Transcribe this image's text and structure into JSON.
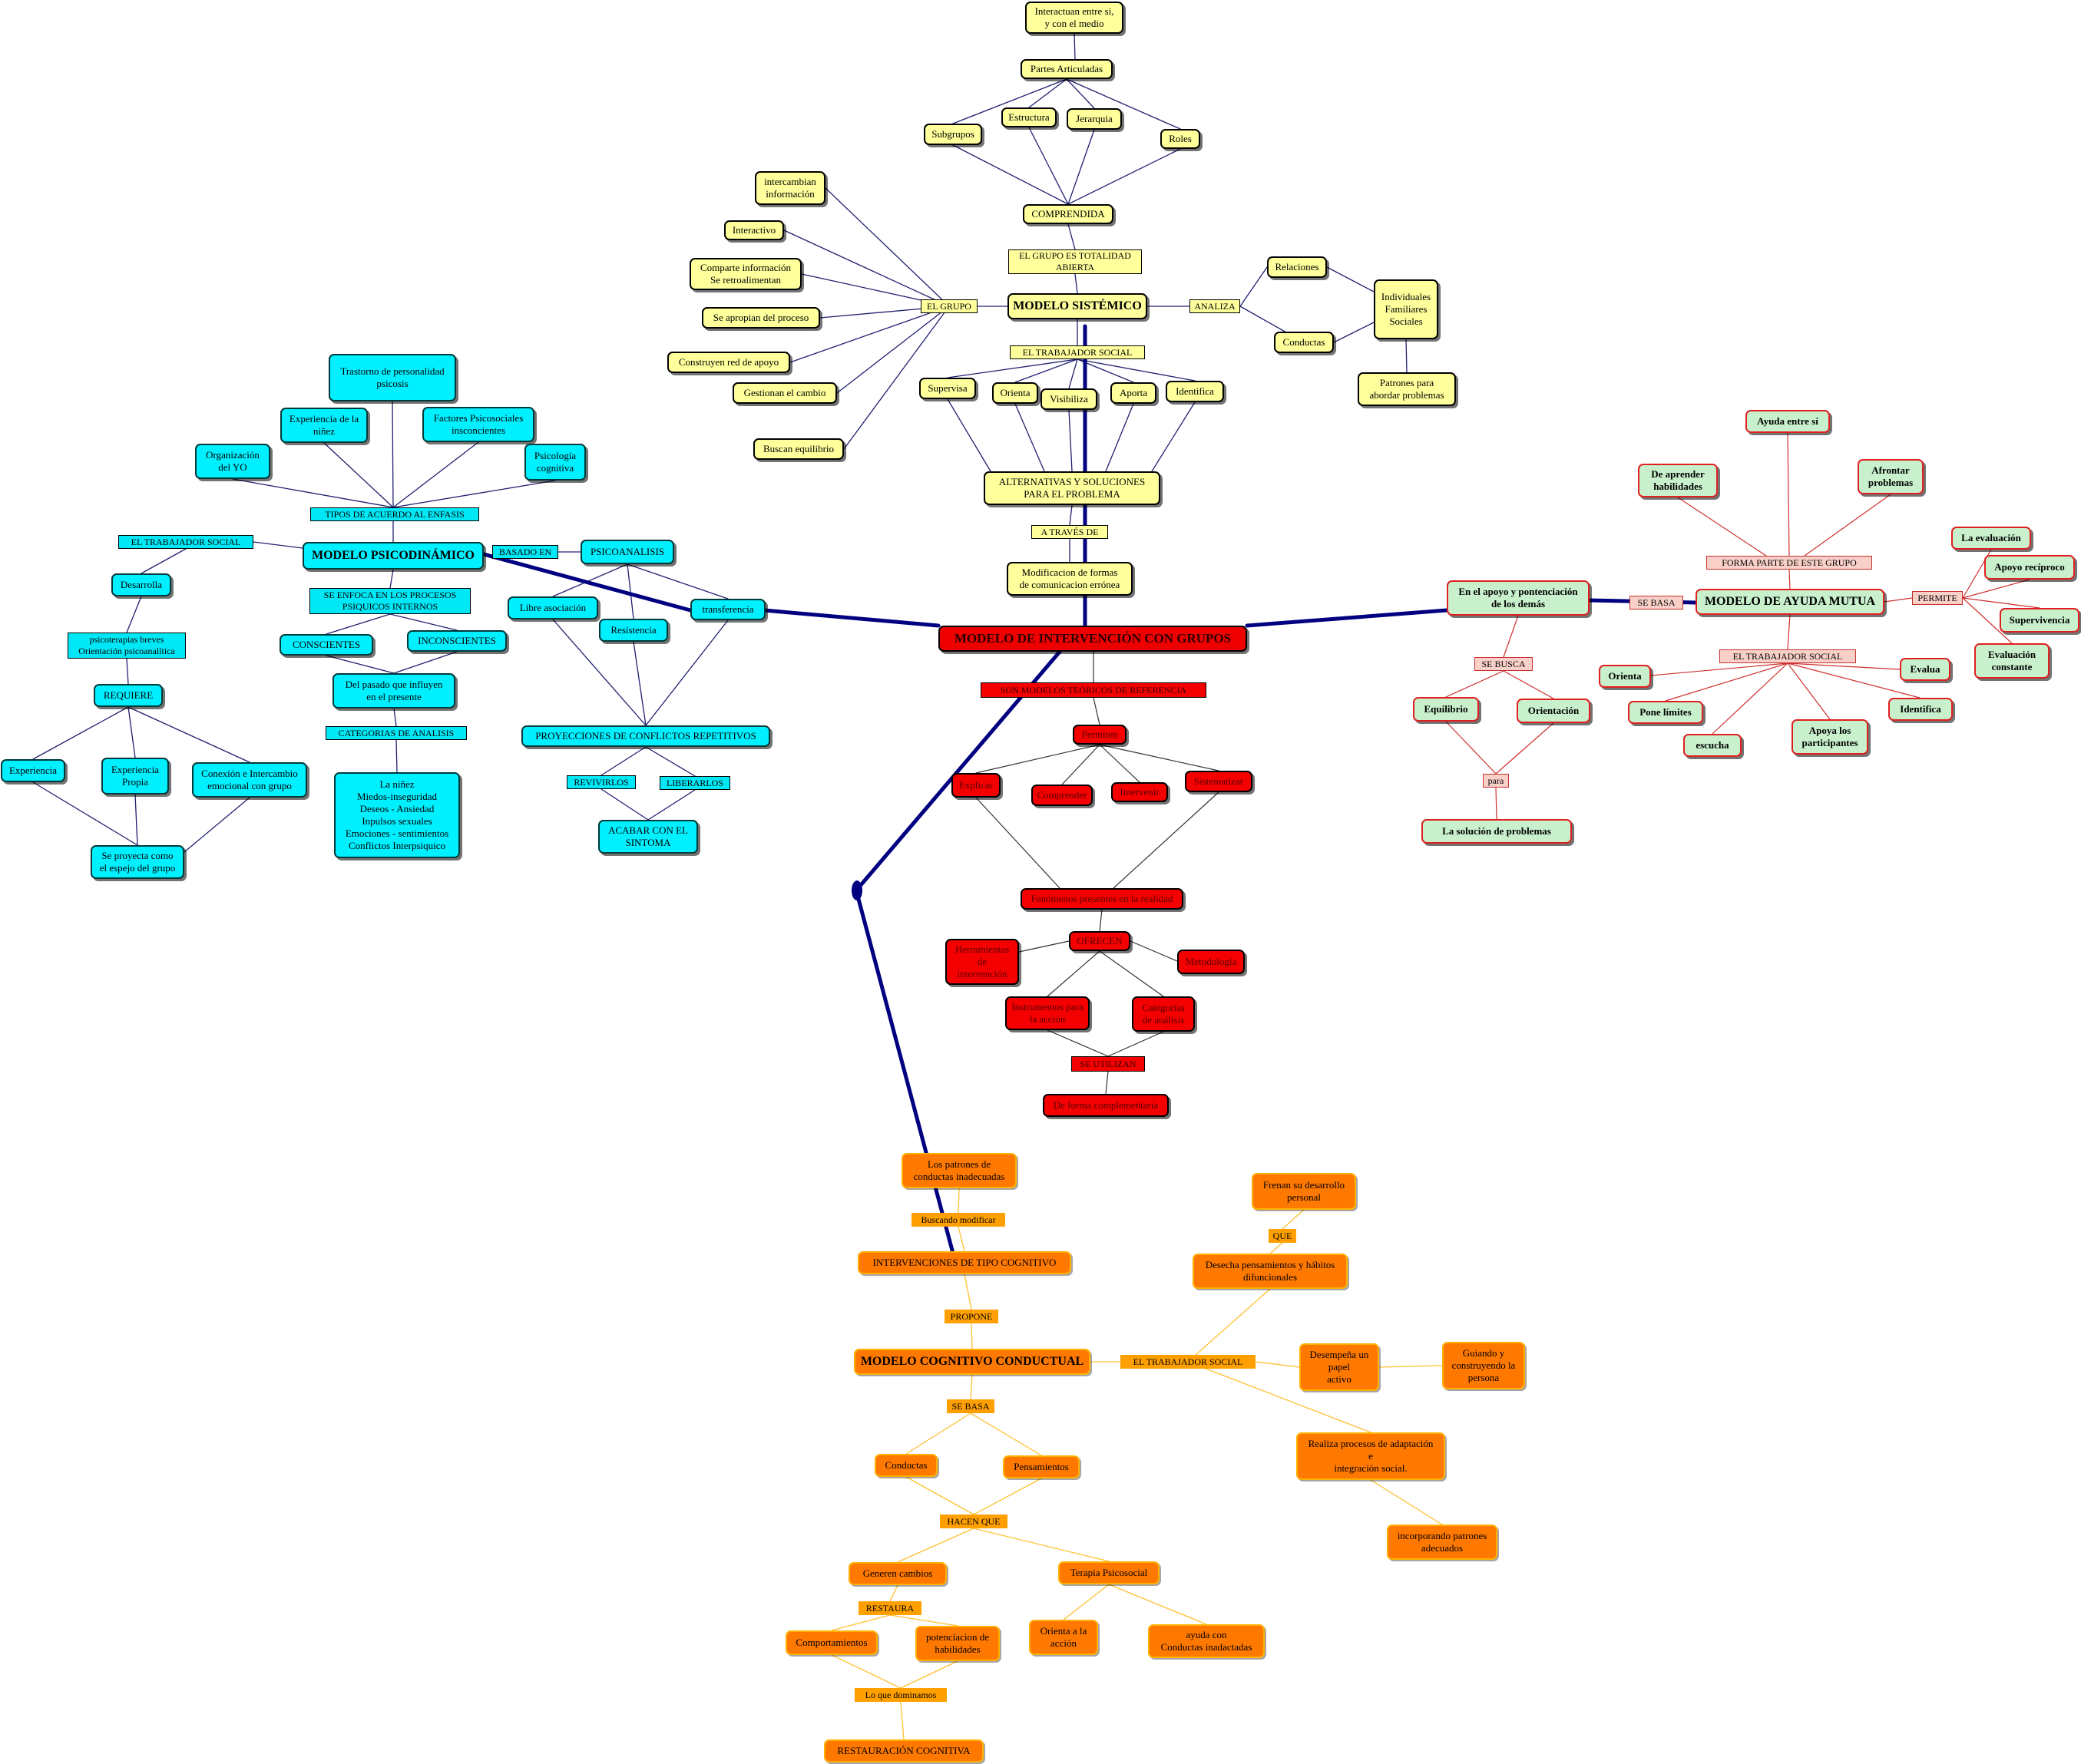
{
  "center": {
    "label": "MODELO DE INTERVENCIÓN CON GRUPOS"
  },
  "red": {
    "theories": "SON MODELOS TEÓRICOS DE REFERENCIA",
    "permiten": "Permiten",
    "explicar": "Explicar",
    "comprender": "Comprender",
    "intervenir": "Intervenir",
    "sistematizar": "Sistematizar",
    "fenomenos": "Fenómenos presentes en la realidad",
    "ofrecen": "OFRECEN",
    "herramientas": "Herramientas\nde\nintervención",
    "metodologia": "Metodología",
    "instrumentos": "Instrumentos para\nla acción",
    "categorias": "Categorías\nde análisis",
    "seutilizan": "SE UTILIZAN",
    "complementaria": "De forma complementaria"
  },
  "yellow": {
    "interactuan": "Interactuan entre si,\ny con el medio",
    "partes": "Partes Articuladas",
    "subgrupos": "Subgrupos",
    "estructura": "Estructura",
    "jerarquia": "Jerarquia",
    "roles": "Roles",
    "comprendida": "COMPRENDIDA",
    "totalidad": "EL GRUPO ES TOTALIDAD\nABIERTA",
    "modelo": "MODELO SISTÉMICO",
    "elgrupo": "EL GRUPO",
    "intercambian": "intercambian\ninformación",
    "interactivo": "Interactivo",
    "comparte": "Comparte información\nSe retroalimentan",
    "apropian": "Se apropian del proceso",
    "construyen": "Construyen red de apoyo",
    "gestionan": "Gestionan el cambio",
    "buscan": "Buscan equilibrio",
    "analiza": "ANALIZA",
    "relaciones": "Relaciones",
    "conductas": "Conductas",
    "individuales": "Individuales\nFamiliares\nSociales",
    "patrones": "Patrones para\nabordar problemas",
    "trabajador": "EL TRABAJADOR SOCIAL",
    "supervisa": "Supervisa",
    "orienta": "Orienta",
    "visibiliza": "Visibiliza",
    "aporta": "Aporta",
    "identifica": "Identifica",
    "alternativas": "ALTERNATIVAS Y SOLUCIONES\nPARA EL PROBLEMA",
    "atraves": "A TRAVÉS DE",
    "modificacion": "Modificacion de formas\nde comunicacion errónea"
  },
  "cyan": {
    "trastorno": "Trastorno de personalidad\npsicosis",
    "experiencia_ninez": "Experiencia de la\nniñez",
    "factores": "Factores Psicosociales\ninsconcientes",
    "organizacion": "Organización\ndel YO",
    "psicologia": "Psicología\ncognitiva",
    "tipos": "TIPOS DE ACUERDO AL ENFASIS",
    "trabajador": "EL TRABAJADOR SOCIAL",
    "modelo": "MODELO PSICODINÁMICO",
    "basado": "BASADO EN",
    "psicoanalisis": "PSICOANALISIS",
    "desarrolla": "Desarrolla",
    "psicoterapias": "psicoterapias breves\nOrientación psicoanalítica",
    "requiere": "REQUIERE",
    "experiencia": "Experiencia",
    "propia": "Experiencia\nPropia",
    "conexion": "Conexión e Intercambio\nemocional con grupo",
    "proyecta": "Se proyecta como\nel espejo del grupo",
    "enfoca": "SE ENFOCA EN LOS PROCESOS\nPSIQUICOS INTERNOS",
    "conscientes": "CONSCIENTES",
    "inconscientes": "INCONSCIENTES",
    "pasado": "Del pasado que influyen\nen el presente",
    "categorias": "CATEGORIAS DE ANALISIS",
    "ninez_list": "La niñez\nMiedos-inseguridad\nDeseos - Ansiedad\nInpulsos sexuales\nEmociones - sentimientos\nConflictos Interpsiquico",
    "libre": "Libre asociación",
    "resistencia": "Resistencia",
    "transferencia": "transferencia",
    "proyecciones": "PROYECCIONES DE CONFLICTOS REPETITIVOS",
    "revivirlos": "REVIVIRLOS",
    "liberarlos": "LIBERARLOS",
    "acabar": "ACABAR CON EL\nSINTOMA"
  },
  "green": {
    "ayuda": "Ayuda entre sí",
    "aprender": "De aprender\nhabilidades",
    "afrontar": "Afrontar\nproblemas",
    "forma": "FORMA PARTE  DE ESTE GRUPO",
    "apoyo": "En el apoyo y pontenciación\nde los demás",
    "sebasa": "SE BASA",
    "modelo": "MODELO DE AYUDA MUTUA",
    "permite": "PERMITE",
    "evaluacion": "La evaluación",
    "reciproco": "Apoyo recíproco",
    "supervivencia": "Supervivencia",
    "constante": "Evaluación\nconstante",
    "trabajador": "EL TRABAJADOR SOCIAL",
    "orienta": "Orienta",
    "evalua": "Evalua",
    "limites": "Pone límites",
    "identifica": "Identifica",
    "escucha": "escucha",
    "apoya": "Apoya los\nparticipantes",
    "sebusca": "SE BUSCA",
    "equilibrio": "Equilibrio",
    "orientacion": "Orientación",
    "para": "para",
    "solucion": "La solución de problemas"
  },
  "orange": {
    "patrones": "Los patrones de\nconductas inadecuadas",
    "buscando": "Buscando modificar",
    "intervenciones": "INTERVENCIONES DE TIPO COGNITIVO",
    "propone": "PROPONE",
    "modelo": "MODELO COGNITIVO CONDUCTUAL",
    "trabajador": "EL TRABAJADOR SOCIAL",
    "frenan": "Frenan su desarrollo\npersonal",
    "que": "QUE",
    "desecha": "Desecha pensamientos y hábitos\ndifuncionales",
    "desempena": "Desempeña un\npapel\nactivo",
    "guiando": "Guiando y\nconstruyendo la\npersona",
    "realiza": "Realiza procesos de adaptación\ne\nintegración social.",
    "incorporando": "incorporando patrones\nadecuados",
    "sebasa": "SE BASA",
    "conductas": "Conductas",
    "pensamientos": "Pensamientos",
    "hacenque": "HACEN QUE",
    "generen": "Generen cambios",
    "terapia": "Terapia Psicosocial",
    "restaura": "RESTAURA",
    "comportamientos": "Comportamientos",
    "potenciacion": "potenciacion de\nhabilidades",
    "orientaaccion": "Orienta a la\nacción",
    "ayudacon": "ayuda con\nConductas inadactadas",
    "dominamos": "Lo que dominamos",
    "restauracion": "RESTAURACIÓN COGNITIVA"
  },
  "colors": {
    "hub_line": "#000080",
    "yellow_fill": "#ffff9c",
    "cyan_fill": "#00f0ff",
    "red_fill": "#f50000",
    "green_fill": "#c8f0cc",
    "orange_fill": "#ff7800"
  }
}
